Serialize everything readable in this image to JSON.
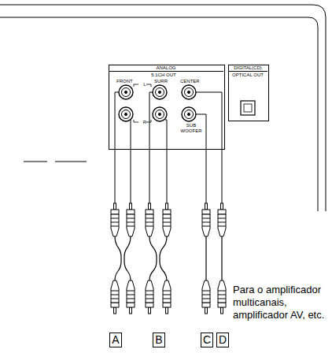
{
  "diagram": {
    "nodes": [
      {
        "text": [
          "ANALOG",
          "5.1CH OUT",
          "FRONT",
          "SURR",
          "CENTER",
          "L",
          "R",
          "SUB WOOFER"
        ]
      },
      {
        "text": [
          "DIGITAL(CD)",
          "OPTICAL OUT"
        ]
      },
      {
        "text": [
          "A"
        ]
      },
      {
        "text": [
          "B"
        ]
      },
      {
        "text": [
          "C"
        ]
      },
      {
        "text": [
          "D"
        ]
      }
    ],
    "labels": [
      "Para o amplificador multicanais, amplificador AV, etc."
    ]
  }
}
